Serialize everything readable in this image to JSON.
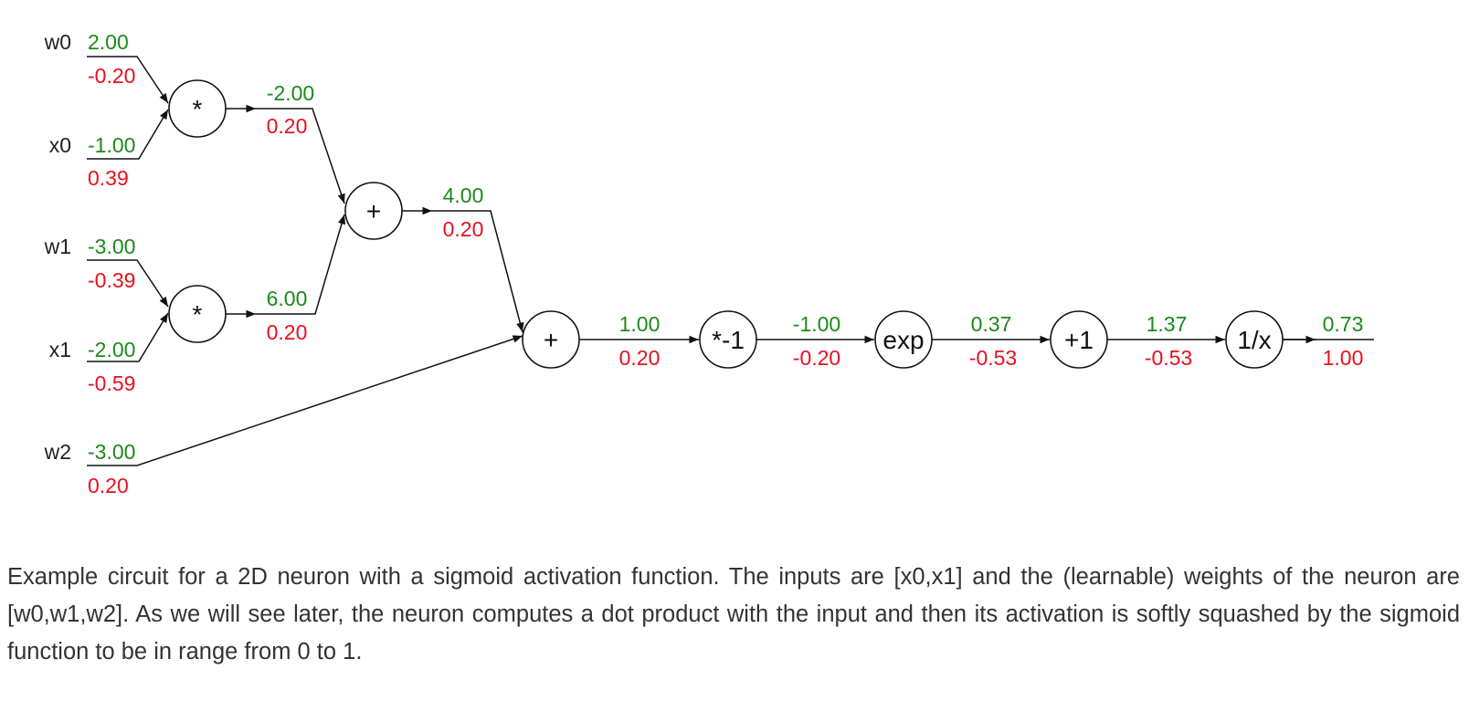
{
  "inputs": [
    {
      "name": "w0",
      "value": "2.00",
      "grad": "-0.20"
    },
    {
      "name": "x0",
      "value": "-1.00",
      "grad": "0.39"
    },
    {
      "name": "w1",
      "value": "-3.00",
      "grad": "-0.39"
    },
    {
      "name": "x1",
      "value": "-2.00",
      "grad": "-0.59"
    },
    {
      "name": "w2",
      "value": "-3.00",
      "grad": "0.20"
    }
  ],
  "nodes": [
    {
      "op": "*",
      "value": "-2.00",
      "grad": "0.20"
    },
    {
      "op": "*",
      "value": "6.00",
      "grad": "0.20"
    },
    {
      "op": "+",
      "value": "4.00",
      "grad": "0.20"
    },
    {
      "op": "+",
      "value": "1.00",
      "grad": "0.20"
    },
    {
      "op": "*-1",
      "value": "-1.00",
      "grad": "-0.20"
    },
    {
      "op": "exp",
      "value": "0.37",
      "grad": "-0.53"
    },
    {
      "op": "+1",
      "value": "1.37",
      "grad": "-0.53"
    },
    {
      "op": "1/x",
      "value": "0.73",
      "grad": "1.00"
    }
  ],
  "colors": {
    "value": "#1a8a1a",
    "grad": "#e8101e",
    "wire": "#111111"
  },
  "caption": "Example circuit for a 2D neuron with a sigmoid activation function. The inputs are [x0,x1] and the (learnable) weights of the neuron are [w0,w1,w2]. As we will see later, the neuron computes a dot product with the input and then its activation is softly squashed by the sigmoid function to be in range from 0 to 1."
}
